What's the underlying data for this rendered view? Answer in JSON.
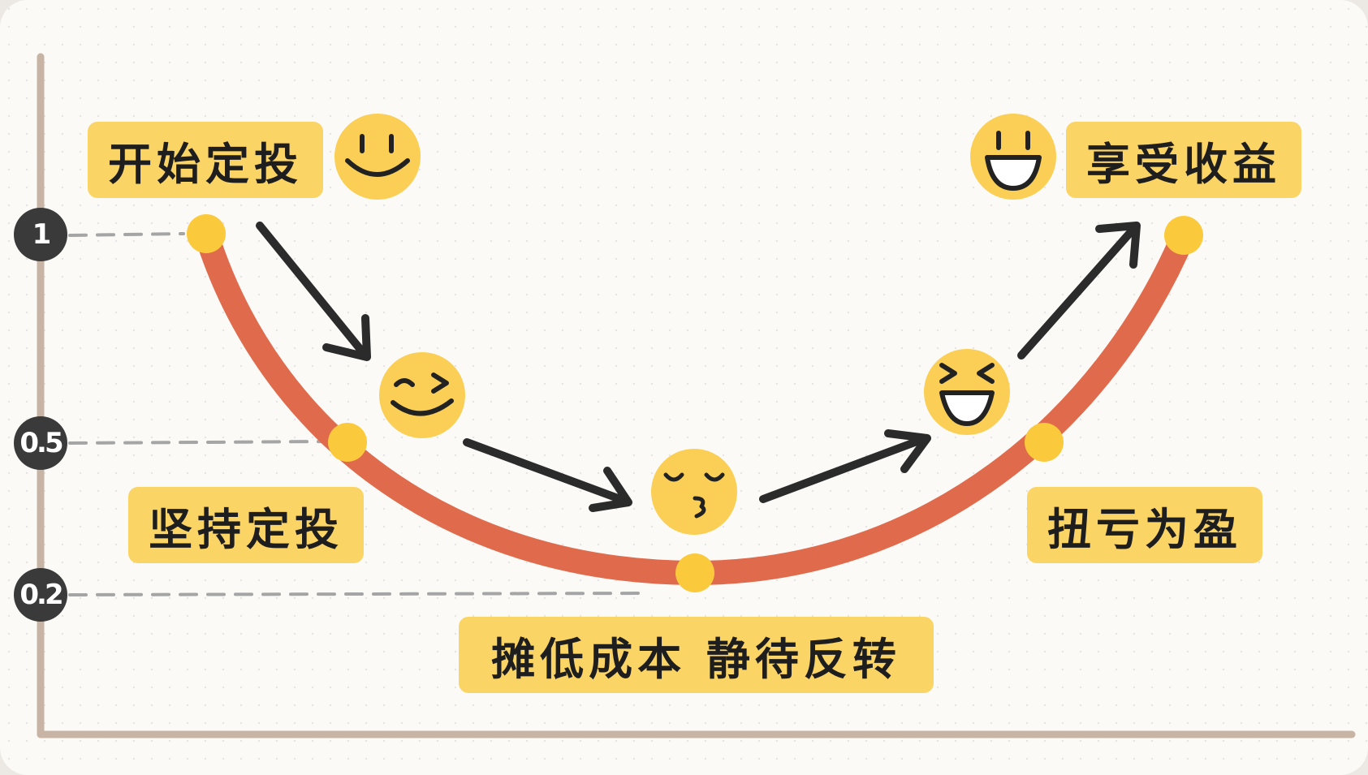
{
  "stages": {
    "start": "开始定投",
    "hold": "坚持定投",
    "bottom": "摊低成本 静待反转",
    "turn": "扭亏为盈",
    "profit": "享受收益"
  },
  "ticks": {
    "t1": "1",
    "t05": "0.5",
    "t02": "0.2"
  },
  "faces": [
    "smile-face-icon",
    "wink-face-icon",
    "kiss-face-icon",
    "laugh-face-icon",
    "grin-face-icon"
  ],
  "colors": {
    "curve": "#e06a4c",
    "node": "#fbc93c",
    "label_bg": "#fbd466",
    "face": "#fbcf55",
    "arrow": "#2b2b2b",
    "axis": "#c8b4a4",
    "badge": "#3a3a3a"
  }
}
